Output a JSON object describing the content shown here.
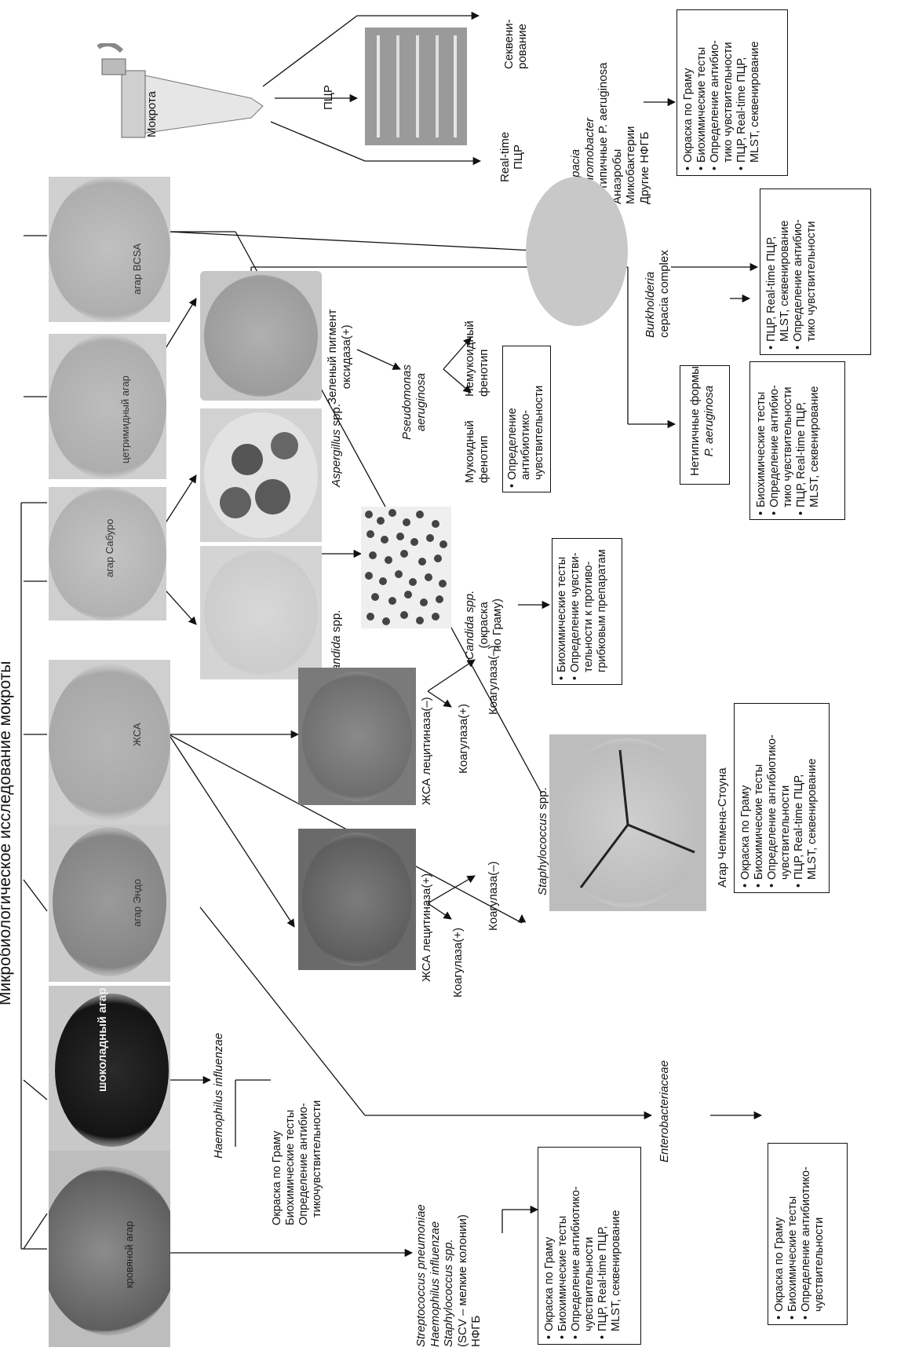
{
  "title": "Микробиологическое исследование мокроты",
  "sputum_label": "Мокрота",
  "methods": {
    "pcr": "ПЦР",
    "realtime_pcr": [
      "Real-time",
      "ПЦР"
    ],
    "sequencing": [
      "Секвени-",
      "рование"
    ]
  },
  "sputum_organisms": [
    "B. cepacia",
    "A. chromobacter",
    "Нетипичные P. aeruginosa",
    "Анаэробы",
    "Микобактерии",
    "Другие НФГБ"
  ],
  "sputum_tests": [
    "Окраска по Граму",
    "Биохимические тесты",
    "Определение антибио-",
    "тико чувствительности",
    "ПЦР, Real-time ПЦР,",
    "MLST, секвенирование"
  ],
  "plates": {
    "blood": "кровяной агар",
    "chocolate": "шоколадный агар",
    "endo": "агар Эндо",
    "yolk": "ЖСА",
    "sabouraud": "агар Сабуро",
    "cetrimide": "цетримидный агар",
    "bcsa": "агар BCSA"
  },
  "blood_agar": {
    "organisms": [
      "Streptococcus pneumoniae",
      "Haemophilus influenzae",
      "Staphylococcus spp.",
      "(SCV – мелкие колонии)",
      "НФГБ"
    ],
    "tests": [
      "Окраска по Граму",
      "Биохимические тесты",
      "Определение антибиотико-",
      "чувствительности",
      "ПЦР, Real-time ПЦР,",
      "MLST, секвенирование"
    ]
  },
  "chocolate_agar": {
    "organism": "Haemophilus influenzae",
    "tests": [
      "Окраска по Граму",
      "Биохимические тесты",
      "Определение антибио-",
      "тикочувствительности"
    ]
  },
  "endo_agar": {
    "organism": "Enterobacteriaceae",
    "tests": [
      "Окраска по Граму",
      "Биохимические тесты",
      "Определение антибиотико-",
      "чувствительности"
    ]
  },
  "yolk_agar": {
    "lecithinase_pos": "ЖСА лецитиназа(+)",
    "lecithinase_neg": "ЖСА лецитиназа(–)",
    "coag_pos": "Коагулаза(+)",
    "coag_neg": "Коагулаза(–)",
    "organism": "Staphylococcus",
    "organism_suffix": "spp.",
    "medium": "Агар Чепмена-Стоуна",
    "tests": [
      "Окраска по Граму",
      "Биохимические тесты",
      "Определение антибиотико-",
      "чувствительности",
      "ПЦР, Real-time ПЦР,",
      "MLST, секвенирование"
    ]
  },
  "sabouraud_agar": {
    "candida": "Candida",
    "candida_suffix": "spp.",
    "candida_gram": [
      "Candida spp.",
      "(окраска",
      "по Граму)"
    ],
    "candida_tests": [
      "Биохимические тесты",
      "Определение чувстви-",
      "тельности к противо-",
      "грибковым препаратам"
    ],
    "aspergillus": "Aspergillus",
    "aspergillus_suffix": "spp."
  },
  "cetrimide_agar": {
    "pigment": [
      "Зеленый пигмент",
      "оксидаза(+)"
    ],
    "organism": [
      "Pseudomonas",
      "aeruginosa"
    ],
    "mucoid": [
      "Мукоидный",
      "фенотип"
    ],
    "nonmucoid": [
      "Немукоидный",
      "фенотип"
    ],
    "tests": [
      "Определение",
      "антибиотико-",
      "чувствительности"
    ]
  },
  "atypical": {
    "label": [
      "Нетипичные формы",
      "P. aeruginosa"
    ],
    "tests": [
      "Биохимические тесты",
      "Определение антибио-",
      "тико чувствительности",
      "ПЦР, Real-time ПЦР,",
      "MLST, секвенирование"
    ]
  },
  "bcsa_agar": {
    "organism": [
      "Burkholderia",
      "cepacia complex"
    ],
    "tests": [
      "ПЦР, Real-time ПЦР,",
      "MLST, секвенирование",
      "Определение антибио-",
      "тико чувствительности"
    ]
  }
}
